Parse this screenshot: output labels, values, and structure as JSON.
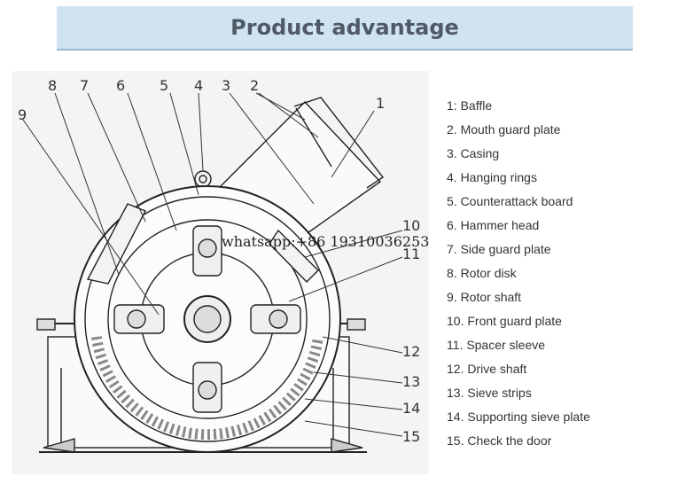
{
  "header": {
    "title": "Product advantage"
  },
  "diagram": {
    "callout_numbers": [
      "1",
      "2",
      "3",
      "4",
      "5",
      "6",
      "7",
      "8",
      "9",
      "10",
      "11",
      "12",
      "13",
      "14",
      "15"
    ],
    "watermark": "whatsapp:+86 19310036253"
  },
  "legend": [
    "1: Baffle",
    "2. Mouth guard plate",
    "3. Casing",
    "4. Hanging rings",
    "5. Counterattack board",
    "6. Hammer head",
    "7. Side guard plate",
    "8. Rotor disk",
    "9. Rotor shaft",
    "10. Front guard plate",
    "11. Spacer sleeve",
    "12. Drive shaft",
    "13. Sieve strips",
    "14. Supporting sieve plate",
    "15. Check the door"
  ]
}
